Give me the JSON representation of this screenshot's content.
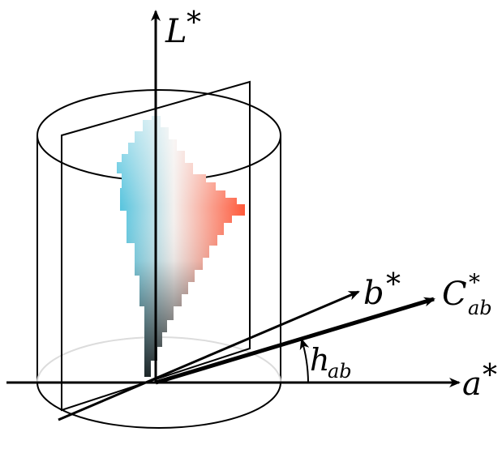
{
  "labels": {
    "l_axis": "L",
    "l_star": "*",
    "b_axis": "b",
    "b_star": "*",
    "c_axis": "C",
    "c_star": "*",
    "c_sub": "ab",
    "a_axis": "a",
    "a_star": "*",
    "h_angle": "h",
    "h_sub": "ab"
  },
  "colors": {
    "axis": "#000000",
    "hue_light_cyan": "#d7eff7",
    "hue_cyan": "#4fc1dc",
    "hue_red": "#f0583c",
    "hue_dark": "#2a2a2a"
  }
}
